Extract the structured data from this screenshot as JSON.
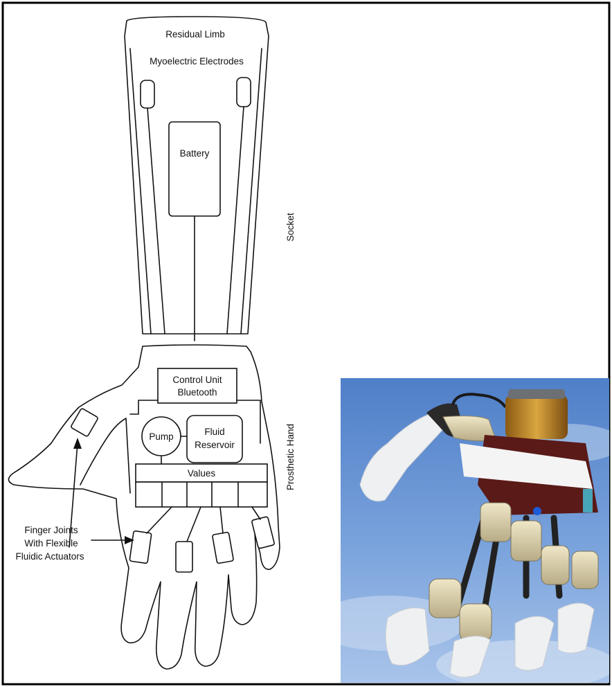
{
  "diagram": {
    "labels": {
      "residual_limb": "Residual Limb",
      "myoelectric_electrodes": "Myoelectric Electrodes",
      "battery": "Battery",
      "socket": "Socket",
      "control_unit_line1": "Control Unit",
      "control_unit_line2": "Bluetooth",
      "pump": "Pump",
      "fluid_reservoir_line1": "Fluid",
      "fluid_reservoir_line2": "Reservoir",
      "values": "Values",
      "prosthetic_hand": "Prosthetic Hand",
      "finger_joints_line1": "Finger Joints",
      "finger_joints_line2": "With Flexible",
      "finger_joints_line3": "Fluidic Actuators"
    }
  },
  "photo": {
    "subject": "robotic-prosthetic-hand-photo",
    "colors": {
      "sky": "#6d98d6",
      "finger_white": "#eef0f2",
      "joint_tan": "#d8cfae",
      "housing_red": "#5a1a18",
      "reservoir_amber": "#c08a2a",
      "strap_white": "#f4f4f4"
    }
  }
}
